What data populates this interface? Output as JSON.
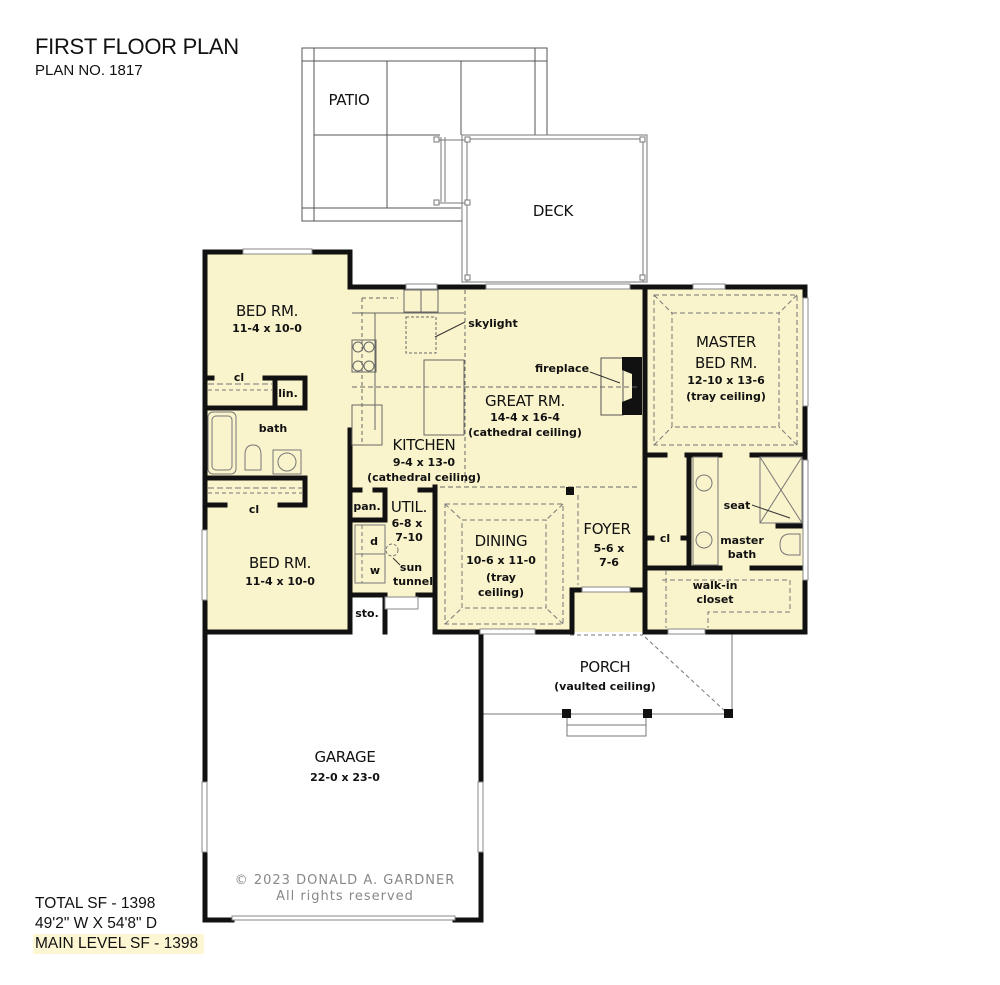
{
  "header": {
    "title": "FIRST FLOOR PLAN",
    "plan_number": "PLAN NO. 1817"
  },
  "stats": {
    "total_sf": "TOTAL SF - 1398",
    "dimensions": "49'2\" W X 54'8\" D",
    "main_level_sf": "MAIN LEVEL SF - 1398"
  },
  "colors": {
    "interior_fill": "#faf4cc",
    "wall": "#111111",
    "outline": "#555555",
    "highlight": "#fdf6d3"
  },
  "rooms": {
    "patio": {
      "name": "PATIO"
    },
    "deck": {
      "name": "DECK"
    },
    "bed1": {
      "name": "BED RM.",
      "size": "11-4 x 10-0"
    },
    "bed2": {
      "name": "BED RM.",
      "size": "11-4 x 10-0"
    },
    "bath": {
      "name": "bath"
    },
    "closet1": {
      "name": "cl"
    },
    "closet2": {
      "name": "cl"
    },
    "linen": {
      "name": "lin."
    },
    "kitchen": {
      "name": "KITCHEN",
      "size": "9-4 x 13-0",
      "ceiling": "(cathedral ceiling)"
    },
    "great_room": {
      "name": "GREAT RM.",
      "size": "14-4 x 16-4",
      "ceiling": "(cathedral ceiling)"
    },
    "master_bed": {
      "name1": "MASTER",
      "name2": "BED RM.",
      "size": "12-10 x 13-6",
      "ceiling": "(tray ceiling)"
    },
    "pantry": {
      "name": "pan."
    },
    "utility": {
      "name": "UTIL.",
      "size1": "6-8 x",
      "size2": "7-10"
    },
    "dryer": {
      "name": "d"
    },
    "washer": {
      "name": "w"
    },
    "sun_tunnel": {
      "line1": "sun",
      "line2": "tunnel"
    },
    "storage": {
      "name": "sto."
    },
    "dining": {
      "name": "DINING",
      "size": "10-6 x 11-0",
      "ceiling1": "(tray",
      "ceiling2": "ceiling)"
    },
    "foyer": {
      "name": "FOYER",
      "size1": "5-6 x",
      "size2": "7-6"
    },
    "master_closet": {
      "name": "cl"
    },
    "master_bath": {
      "line1": "master",
      "line2": "bath"
    },
    "seat": {
      "name": "seat"
    },
    "walkin_closet": {
      "line1": "walk-in",
      "line2": "closet"
    },
    "porch": {
      "name": "PORCH",
      "ceiling": "(vaulted ceiling)"
    },
    "garage": {
      "name": "GARAGE",
      "size": "22-0 x 23-0"
    }
  },
  "annotations": {
    "skylight": "skylight",
    "fireplace": "fireplace"
  },
  "copyright": {
    "line1": "© 2023 DONALD A. GARDNER",
    "line2": "All rights reserved"
  }
}
